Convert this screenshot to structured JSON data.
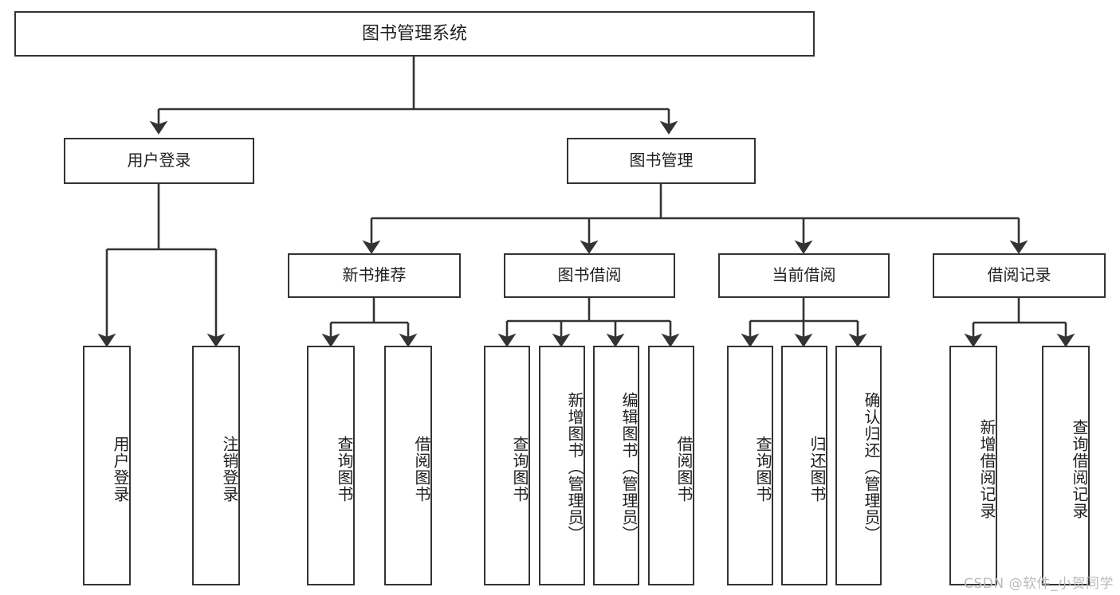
{
  "diagram": {
    "title": "图书管理系统",
    "root": {
      "label": "图书管理系统"
    },
    "level2": [
      {
        "label": "用户登录"
      },
      {
        "label": "图书管理"
      }
    ],
    "level3": [
      {
        "label": "新书推荐"
      },
      {
        "label": "图书借阅"
      },
      {
        "label": "当前借阅"
      },
      {
        "label": "借阅记录"
      }
    ],
    "leaves": [
      {
        "label": "用户登录"
      },
      {
        "label": "注销登录"
      },
      {
        "label": "查询图书"
      },
      {
        "label": "借阅图书"
      },
      {
        "label": "查询图书"
      },
      {
        "label": "新增图书（管理员）"
      },
      {
        "label": "编辑图书（管理员）"
      },
      {
        "label": "借阅图书"
      },
      {
        "label": "查询图书"
      },
      {
        "label": "归还图书"
      },
      {
        "label": "确认归还（管理员）"
      },
      {
        "label": "新增借阅记录"
      },
      {
        "label": "查询借阅记录"
      }
    ],
    "watermark": "CSDN @软件_小贺同学",
    "colors": {
      "border": "#333333",
      "background": "#ffffff",
      "text": "#1f1f1f",
      "watermark": "#b9b9b9"
    }
  }
}
